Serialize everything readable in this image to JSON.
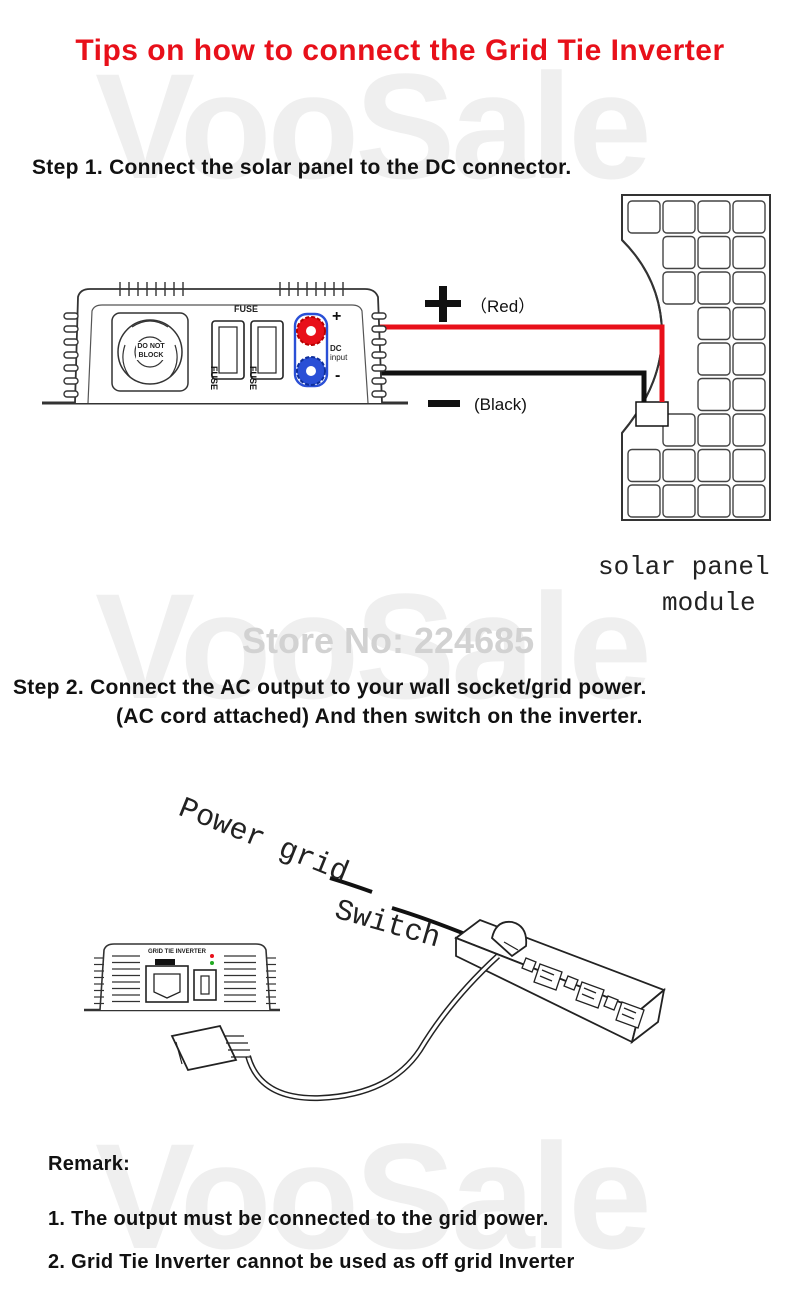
{
  "title": "Tips on how to connect the Grid Tie Inverter",
  "watermark": "VooSale",
  "store": "Store No: 224685",
  "step1": {
    "text": "Step 1. Connect the solar panel to the DC connector.",
    "inverter": {
      "fuse_header": "FUSE",
      "fuse_label": "FUSE",
      "fan_label_line1": "DO NOT",
      "fan_label_line2": "BLOCK",
      "dc_label_line1": "DC",
      "dc_label_line2": "input",
      "plus_sign": "+",
      "minus_sign": "-"
    },
    "red_label": "（Red）",
    "black_label": "(Black)",
    "panel_label_line1": "solar panel",
    "panel_label_line2": "module"
  },
  "step2": {
    "line1": "Step 2. Connect the AC output to your wall socket/grid power.",
    "line2": "(AC cord attached) And then switch on the inverter.",
    "inverter_label": "GRID TIE INVERTER",
    "power_grid_label": "Power grid",
    "switch_label": "Switch"
  },
  "remark": {
    "heading": "Remark:",
    "items": [
      "1. The output must be connected to the grid power.",
      "2. Grid Tie Inverter cannot be used as off grid Inverter"
    ]
  },
  "colors": {
    "title": "#e8101a",
    "wire_red": "#e8101a",
    "wire_black": "#111111",
    "connector_blue": "#2a4fd6"
  }
}
